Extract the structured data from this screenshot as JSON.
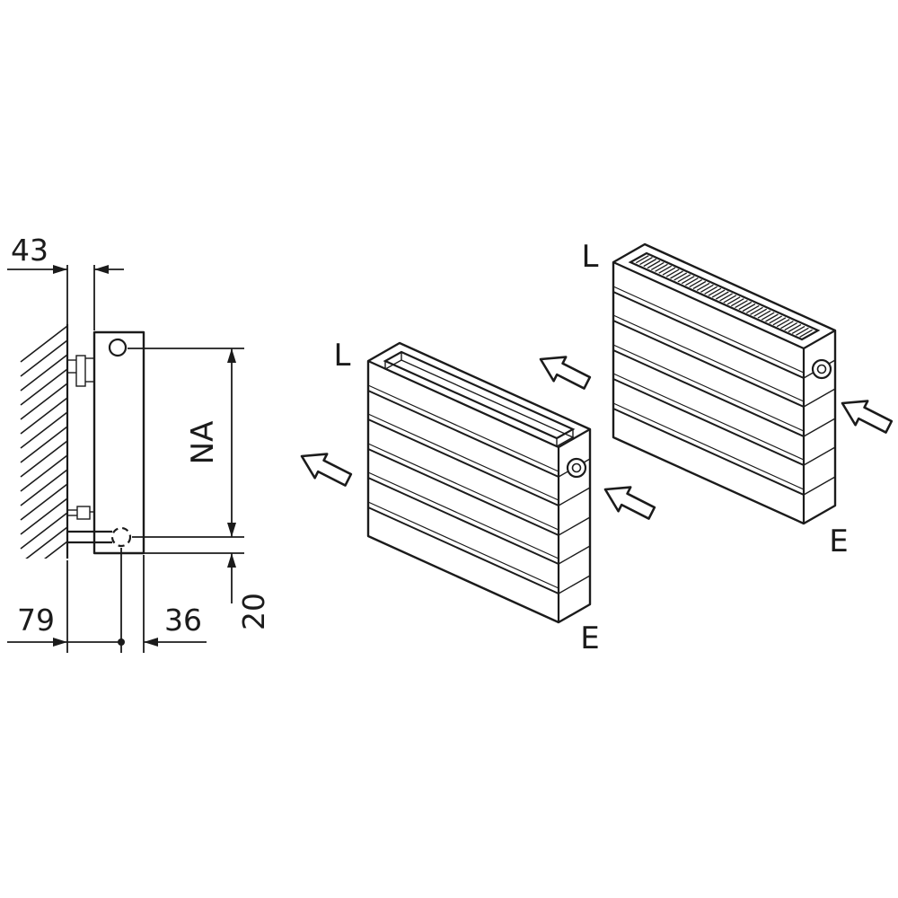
{
  "diagram": {
    "background": "#ffffff",
    "line_color": "#1b1b1b",
    "side_view": {
      "dim_top_offset": "43",
      "dim_height": "NA",
      "dim_wall_to_pipe": "79",
      "dim_pipe_to_front": "36",
      "dim_bottom": "20"
    },
    "radiator_front": {
      "inlet_label": "L",
      "outlet_label": "E"
    },
    "radiator_back": {
      "inlet_label": "L",
      "outlet_label": "E"
    }
  }
}
